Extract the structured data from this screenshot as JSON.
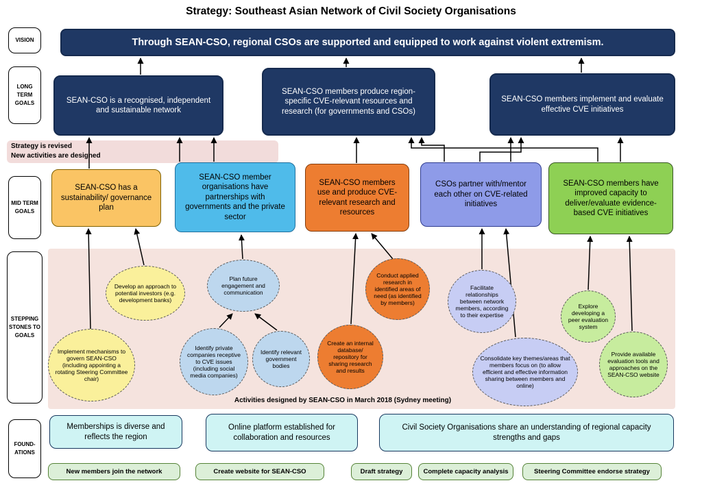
{
  "title": "Strategy: Southeast Asian Network of Civil Society Organisations",
  "row_labels": {
    "vision": "VISION",
    "long_term": "LONG TERM GOALS",
    "mid_term": "MID TERM GOALS",
    "stepping": "STEPPING STONES TO GOALS",
    "foundations": "FOUND-ATIONS"
  },
  "vision": "Through SEAN-CSO, regional CSOs are supported and equipped to work against violent extremism.",
  "long_term_goals": {
    "g1": "SEAN-CSO is a recognised, independent and sustainable network",
    "g2": "SEAN-CSO members produce region-specific CVE-relevant resources and research (for governments and CSOs)",
    "g3": "SEAN-CSO members implement and evaluate effective CVE initiatives"
  },
  "note": {
    "line1": "Strategy is revised",
    "line2": "New activities are designed"
  },
  "mid_term_goals": {
    "m1": "SEAN-CSO has a sustainability/ governance plan",
    "m2": "SEAN-CSO member organisations have partnerships with governments and the private sector",
    "m3": "SEAN-CSO members use and produce CVE-relevant research and resources",
    "m4": "CSOs partner with/mentor each other on CVE-related initiatives",
    "m5": "SEAN-CSO members have improved capacity to deliver/evaluate evidence-based CVE initiatives"
  },
  "stones": {
    "investors": "Develop an approach to potential investors (e.g. development banks)",
    "governance": "Implement mechanisms to govern SEAN-CSO (including appointing a rotating Steering Committee chair)",
    "plan": "Plan future engagement and communication",
    "companies": "Identify private companies receptive to CVE issues (including social media companies)",
    "government": "Identify relevant government bodies",
    "research": "Conduct applied research in identified areas of need (as identified by members)",
    "database": "Create an internal database/ repository for sharing research and results",
    "relationships": "Facilitate relationships between network members, according to their expertise",
    "themes": "Consolidate key themes/areas that members focus on (to allow efficient and effective information sharing between members and online)",
    "peer": "Explore developing a peer evaluation system",
    "tools": "Provide available evaluation tools and approaches on the SEAN-CSO website"
  },
  "stones_caption": "Activities designed by SEAN-CSO in March 2018 (Sydney meeting)",
  "foundations": {
    "f1": "Memberships is diverse and reflects the region",
    "f2": "Online platform established for collaboration and resources",
    "f3": "Civil Society Organisations share an understanding of regional capacity strengths and gaps"
  },
  "actions": {
    "a1": "New members join the network",
    "a2": "Create website for SEAN-CSO",
    "a3": "Draft strategy",
    "a4": "Complete capacity analysis",
    "a5": "Steering Committee endorse strategy"
  },
  "colors": {
    "navy": "#1F3864",
    "amber": "#FAC464",
    "sky_blue": "#4FBBEA",
    "orange": "#ED7D31",
    "periwinkle": "#8E9BE8",
    "green": "#8ED054",
    "panel_pink": "#F5E3DE",
    "note_pink": "#F2DCDB",
    "yellow_stone": "#FAF09B",
    "blue_stone": "#BDD7EE",
    "purple_stone": "#C7CDF4",
    "green_stone": "#C7EC9E",
    "foundation_cyan": "#CFF4F4",
    "action_green": "#DCEFD8"
  }
}
